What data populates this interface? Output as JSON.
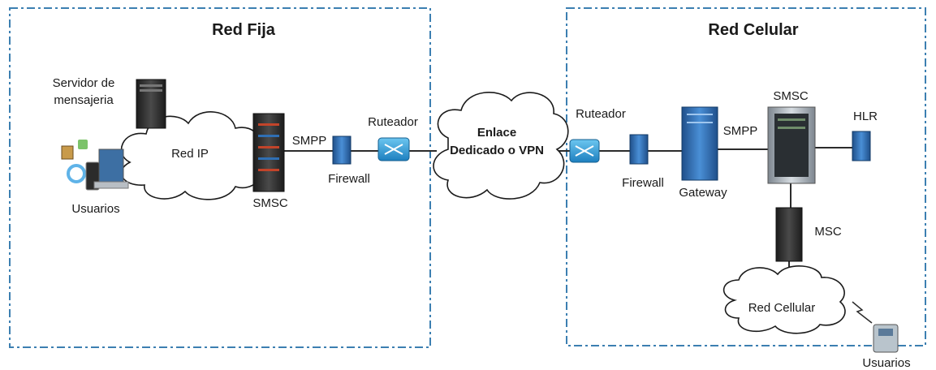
{
  "zones": {
    "fixed_title": "Red Fija",
    "cellular_title": "Red Celular"
  },
  "left": {
    "server_line1": "Servidor de",
    "server_line2": "mensajeria",
    "users": "Usuarios",
    "cloud": "Red IP",
    "smsc": "SMSC",
    "protocol": "SMPP",
    "firewall": "Firewall",
    "router": "Ruteador"
  },
  "center": {
    "cloud_line1": "Enlace",
    "cloud_line2": "Dedicado o VPN"
  },
  "right": {
    "router": "Ruteador",
    "firewall": "Firewall",
    "gateway": "Gateway",
    "protocol": "SMPP",
    "smsc": "SMSC",
    "hlr": "HLR",
    "msc": "MSC",
    "cloud": "Red Cellular",
    "users": "Usuarios"
  },
  "icons": {
    "server": "server-tower-icon",
    "router": "router-icon",
    "firewall": "firewall-icon",
    "phone": "mobile-phone-icon",
    "laptop": "laptop-icon",
    "tablet": "tablet-icon"
  },
  "colors": {
    "zone_border": "#3c7fb1",
    "router": "#3fa9e0",
    "device_blue": "#2f6fb4"
  }
}
